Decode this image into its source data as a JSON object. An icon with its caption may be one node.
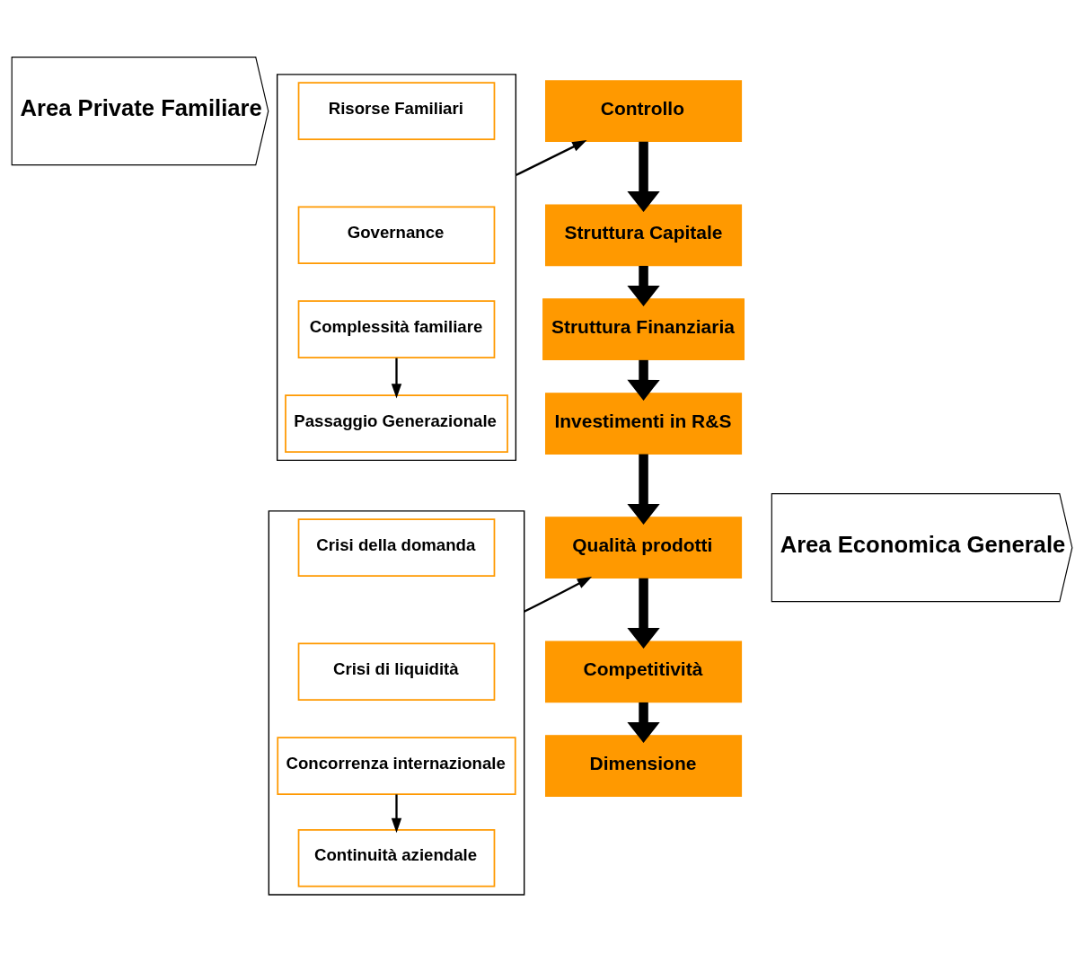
{
  "diagram": {
    "nodes": [
      {
        "text": [
          "Area Private Familiare"
        ]
      },
      {
        "text": [],
        "shape": "box"
      },
      {
        "text": [
          "Risorse Familiari"
        ],
        "in": 1
      },
      {
        "text": [
          "Governance"
        ],
        "in": 1
      },
      {
        "text": [
          "Complessità familiare"
        ],
        "in": 1
      },
      {
        "text": [
          "Passaggio Generazionale"
        ],
        "in": 1
      },
      {
        "text": [
          "Area Economica Generale"
        ]
      },
      {
        "text": [],
        "shape": "box"
      },
      {
        "text": [
          "Crisi della domanda"
        ],
        "in": 7
      },
      {
        "text": [
          "Crisi di liquidità"
        ],
        "in": 7
      },
      {
        "text": [
          "Concorrenza internazionale"
        ],
        "in": 7
      },
      {
        "text": [
          "Continuità aziendale"
        ],
        "in": 7
      },
      {
        "text": [
          "Controllo"
        ]
      },
      {
        "text": [
          "Struttura Capitale"
        ]
      },
      {
        "text": [
          "Struttura Finanziaria"
        ]
      },
      {
        "text": [
          "Investimenti in R&S"
        ]
      },
      {
        "text": [
          "Qualità prodotti"
        ]
      },
      {
        "text": [
          "Competitività"
        ]
      },
      {
        "text": [
          "Dimensione"
        ]
      }
    ],
    "edges": [
      {
        "from": 4,
        "to": 5,
        "arrow": "to"
      },
      {
        "from": 10,
        "to": 11,
        "arrow": "to"
      },
      {
        "from": 1,
        "to": 12,
        "arrow": "to"
      },
      {
        "from": 7,
        "to": 16,
        "arrow": "to"
      },
      {
        "from": 12,
        "to": 13,
        "arrow": "to"
      },
      {
        "from": 13,
        "to": 14,
        "arrow": "to"
      },
      {
        "from": 14,
        "to": 15,
        "arrow": "to"
      },
      {
        "from": 15,
        "to": 16,
        "arrow": "to"
      },
      {
        "from": 16,
        "to": 17,
        "arrow": "to"
      },
      {
        "from": 17,
        "to": 18,
        "arrow": "to"
      }
    ]
  }
}
